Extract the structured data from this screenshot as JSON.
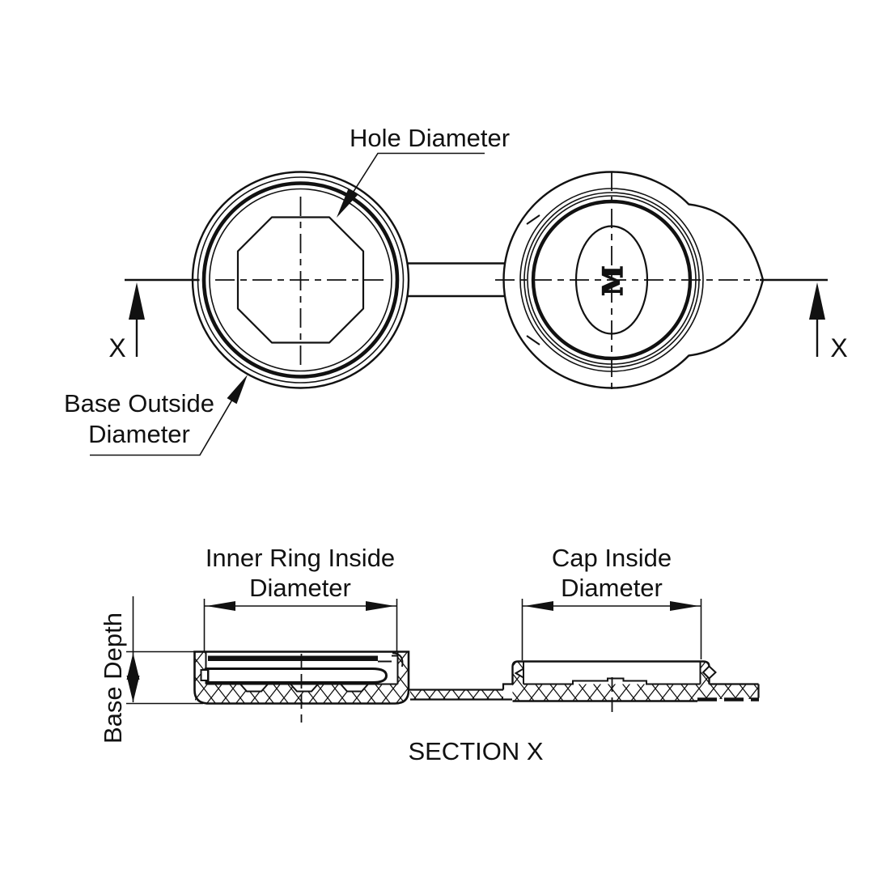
{
  "colors": {
    "line": "#111111",
    "background": "#ffffff"
  },
  "top_view": {
    "hole_diameter_label": "Hole Diameter",
    "base_outside_label_line1": "Base Outside",
    "base_outside_label_line2": "Diameter",
    "section_marker_left": "X",
    "section_marker_right": "X",
    "cap_logo": "M"
  },
  "section_view": {
    "inner_ring_label_line1": "Inner Ring Inside",
    "inner_ring_label_line2": "Diameter",
    "cap_inside_label_line1": "Cap Inside",
    "cap_inside_label_line2": "Diameter",
    "base_depth_label": "Base Depth",
    "title": "SECTION X"
  }
}
